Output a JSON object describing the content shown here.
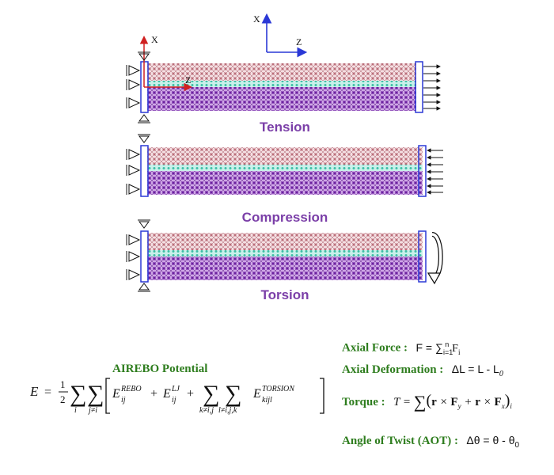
{
  "axes_top": {
    "x_label": "X",
    "z_label": "Z"
  },
  "panel_axes": {
    "x_label": "X",
    "z_label": "Z"
  },
  "modes": [
    {
      "label": "Tension"
    },
    {
      "label": "Compression"
    },
    {
      "label": "Torsion"
    }
  ],
  "colors": {
    "purple": "#7b3fa8",
    "green": "#2e7d1e",
    "teal": "#3fbfa6",
    "pink": "#d49aa4",
    "blue_box": "#2a38d6"
  },
  "equations": {
    "airebo_title": "AIREBO Potential",
    "axial_force_label": "Axial Force :",
    "axial_force_expr": "F = ∑",
    "axial_deformation_label": "Axial Deformation :",
    "axial_deformation_expr": "ΔL = L - L",
    "torque_label": "Torque :",
    "torque_expr": "T = ",
    "aot_label": "Angle of Twist (AOT) :",
    "aot_expr": "Δθ = θ - θ"
  }
}
